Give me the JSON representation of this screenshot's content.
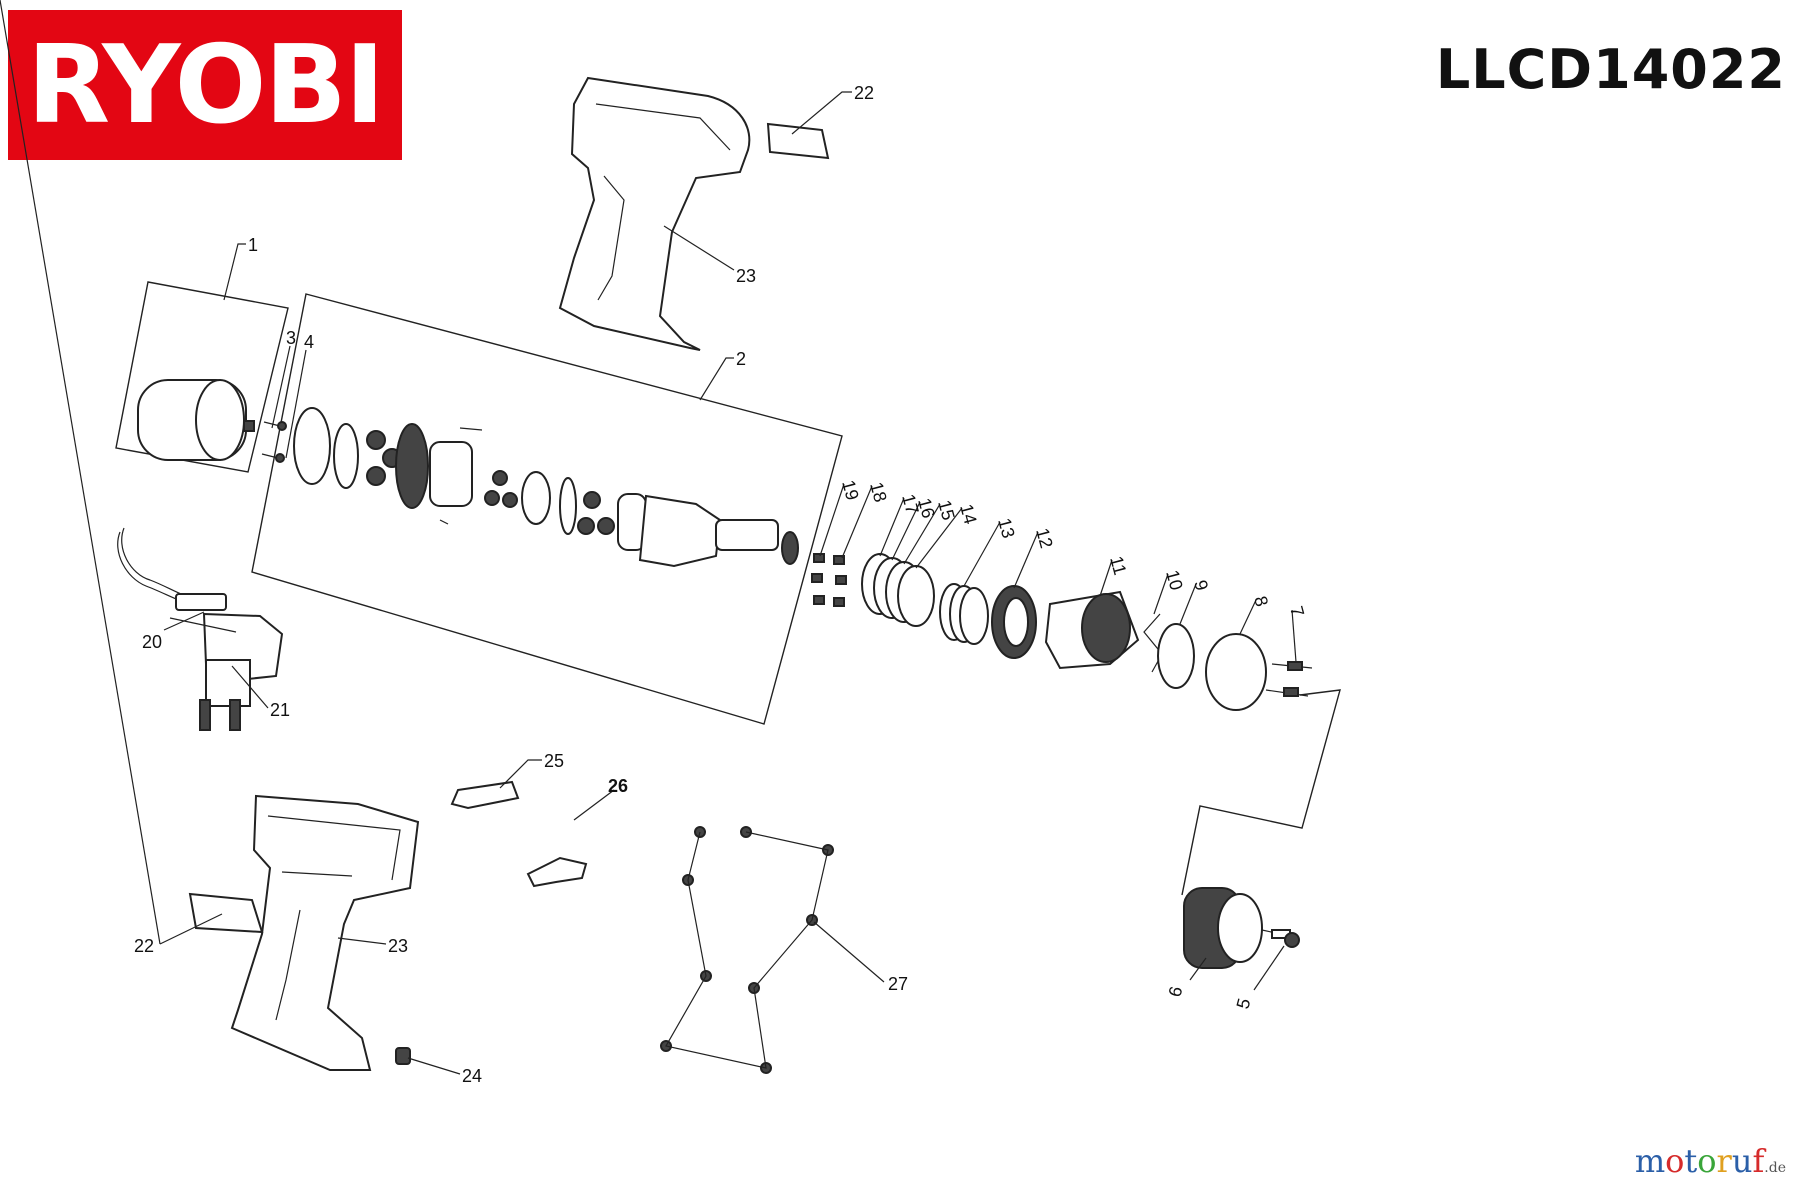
{
  "brand": "RYOBI",
  "model": "LLCD14022",
  "watermark": {
    "name": "motoruf",
    "tld": ".de",
    "letter_colors": [
      "#2b5fa8",
      "#d62b2b",
      "#2b5fa8",
      "#3aa53a",
      "#e0a020",
      "#2b5fa8",
      "#d62b2b"
    ]
  },
  "labels": {
    "l1": "1",
    "l2": "2",
    "l3": "3",
    "l4": "4",
    "l5": "5",
    "l6": "6",
    "l7": "7",
    "l8": "8",
    "l9": "9",
    "l10": "10",
    "l11": "11",
    "l12": "12",
    "l13": "13",
    "l14": "14",
    "l15": "15",
    "l16": "16",
    "l17": "17",
    "l18": "18",
    "l19": "19",
    "l20": "20",
    "l21": "21",
    "l22a": "22",
    "l22b": "22",
    "l23a": "23",
    "l23b": "23",
    "l24": "24",
    "l25": "25",
    "l26": "26",
    "l27": "27"
  }
}
